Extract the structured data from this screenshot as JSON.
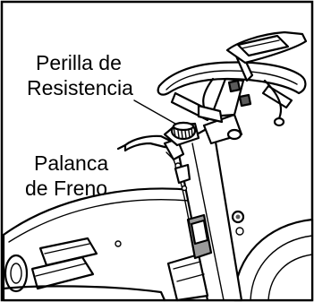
{
  "callouts": {
    "resistance_knob": {
      "line1": "Perilla de",
      "line2": "Resistencia"
    },
    "brake_lever": {
      "line1": "Palanca",
      "line2": "de Freno"
    }
  },
  "colors": {
    "line": "#000000",
    "background": "#ffffff",
    "shade": "#9a9a9a",
    "dark_shade": "#5a5a5a"
  }
}
